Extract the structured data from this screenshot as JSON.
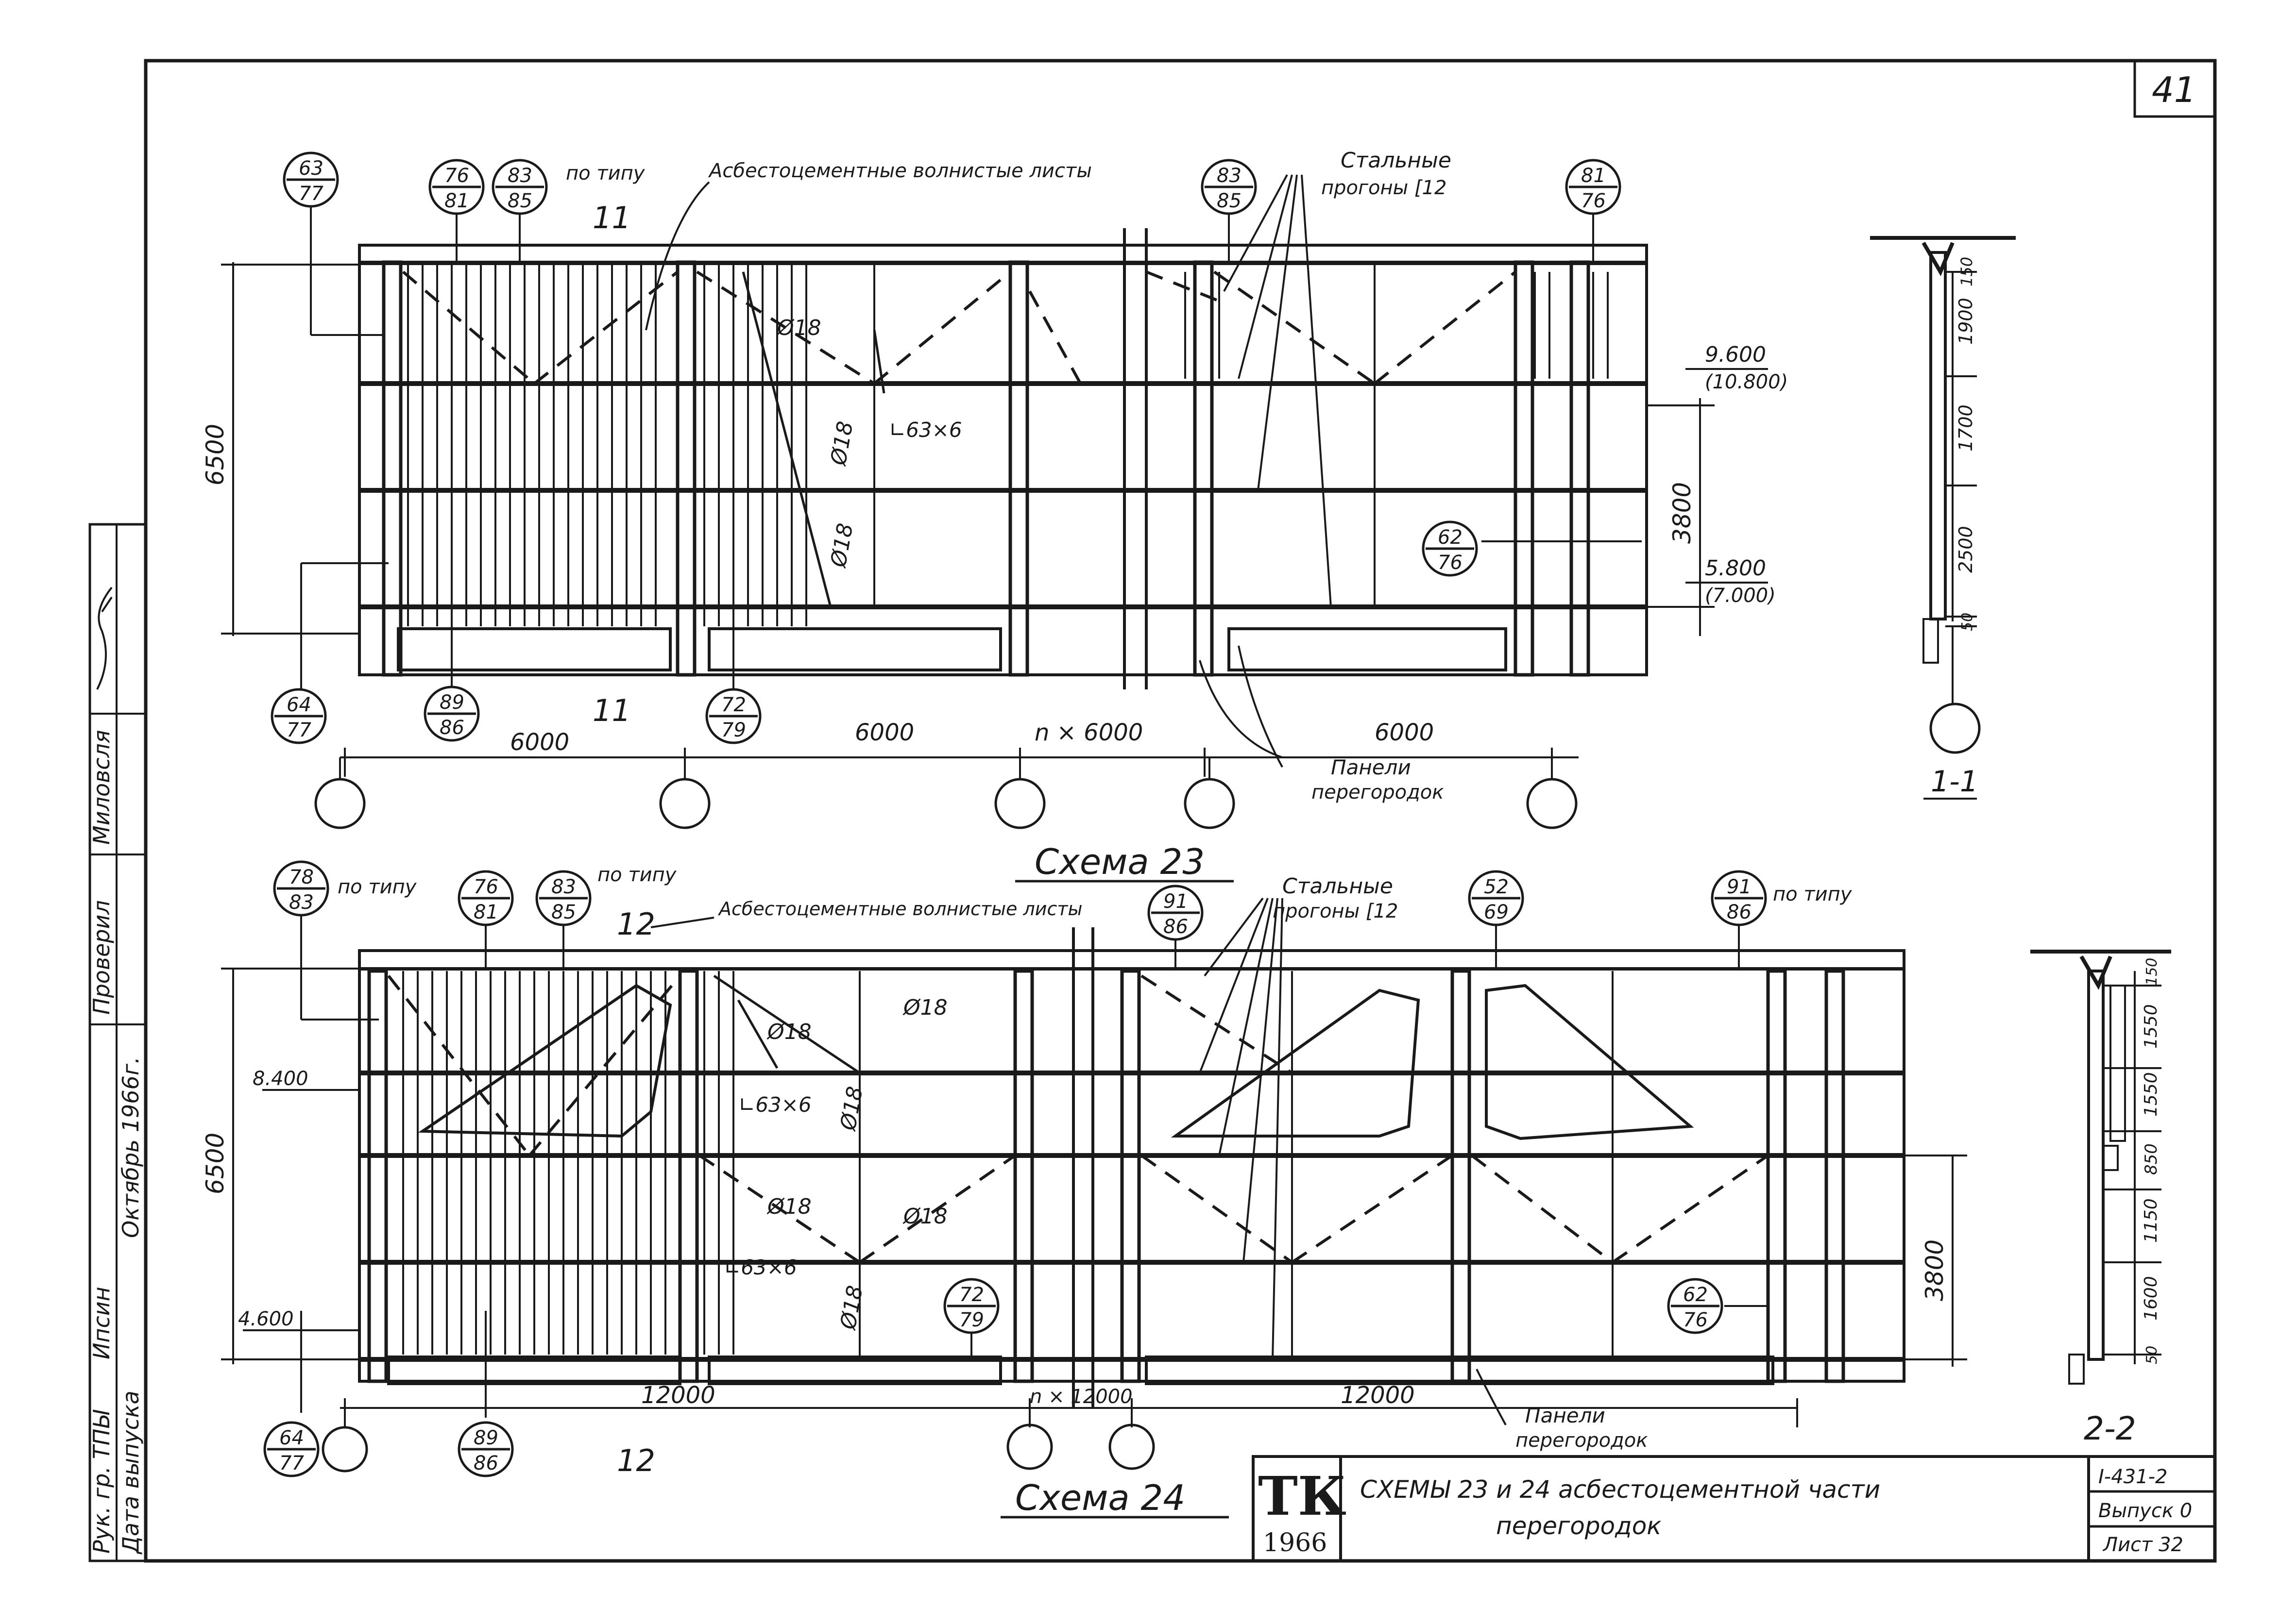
{
  "sheet": {
    "page_number": "41",
    "code": "I-431-2",
    "issue": "Выпуск 0",
    "sheet_no": "Лист 32",
    "stamp_logo": "ТК",
    "stamp_year": "1966",
    "title_line1": "СХЕМЫ 23 и 24 асбестоцементной части",
    "title_line2": "перегородок"
  },
  "side_stamp": {
    "rows": [
      {
        "role": "Рук. гр. ТПЫ",
        "name": "Ипсин"
      },
      {
        "role": "Проверил",
        "name": "Миловсля"
      },
      {
        "role": "Дата выпуска",
        "name": "Октябрь 1966г."
      }
    ]
  },
  "scheme23": {
    "title": "Схема 23",
    "section_mark": "11",
    "label_sheets": "Асбестоцементные волнистые листы",
    "label_purlins_1": "Стальные",
    "label_purlins_2": "прогоны [12",
    "label_panels_1": "Панели",
    "label_panels_2": "перегородок",
    "by_type": "по типу",
    "dims": {
      "height": "6500",
      "lower": "3800",
      "bay1": "6000",
      "bay2": "6000",
      "bayn": "n × 6000",
      "bay4": "6000"
    },
    "levels": {
      "l1": "9.600",
      "l1b": "(10.800)",
      "l2": "5.800",
      "l2b": "(7.000)"
    },
    "brace_top": "Ø18",
    "brace_mid": "Ø18",
    "brace_low": "Ø18",
    "angle": "∟63×6",
    "refs": [
      {
        "top": "63",
        "bottom": "77"
      },
      {
        "top": "76",
        "bottom": "81"
      },
      {
        "top": "83",
        "bottom": "85"
      },
      {
        "top": "83",
        "bottom": "85"
      },
      {
        "top": "81",
        "bottom": "76"
      },
      {
        "top": "62",
        "bottom": "76"
      },
      {
        "top": "64",
        "bottom": "77"
      },
      {
        "top": "89",
        "bottom": "86"
      },
      {
        "top": "72",
        "bottom": "79"
      }
    ]
  },
  "scheme24": {
    "title": "Схема 24",
    "section_mark": "12",
    "label_sheets": "Асбестоцементные волнистые листы",
    "label_purlins_1": "Стальные",
    "label_purlins_2": "прогоны [12",
    "label_panels_1": "Панели",
    "label_panels_2": "перегородок",
    "by_type": "по типу",
    "dims": {
      "height": "6500",
      "lower": "3800",
      "bay1": "12000",
      "bayn": "n × 12000",
      "bay3": "12000"
    },
    "levels": {
      "l1": "8.400",
      "l2": "4.600"
    },
    "brace_a": "Ø18",
    "brace_b": "Ø18",
    "brace_c": "Ø18",
    "brace_d": "Ø18",
    "brace_e": "Ø18",
    "brace_f": "Ø18",
    "angle1": "∟63×6",
    "angle2": "∟63×6",
    "refs": [
      {
        "top": "78",
        "bottom": "83"
      },
      {
        "top": "76",
        "bottom": "81"
      },
      {
        "top": "83",
        "bottom": "85"
      },
      {
        "top": "91",
        "bottom": "86"
      },
      {
        "top": "52",
        "bottom": "69"
      },
      {
        "top": "91",
        "bottom": "86"
      },
      {
        "top": "72",
        "bottom": "79"
      },
      {
        "top": "62",
        "bottom": "76"
      },
      {
        "top": "64",
        "bottom": "77"
      },
      {
        "top": "89",
        "bottom": "86"
      }
    ]
  },
  "section11": {
    "title": "1-1",
    "dims": [
      "150",
      "1900",
      "1700",
      "2500",
      "50"
    ]
  },
  "section22": {
    "title": "2-2",
    "dims": [
      "150",
      "1550",
      "1550",
      "850",
      "1150",
      "1600",
      "50"
    ]
  }
}
